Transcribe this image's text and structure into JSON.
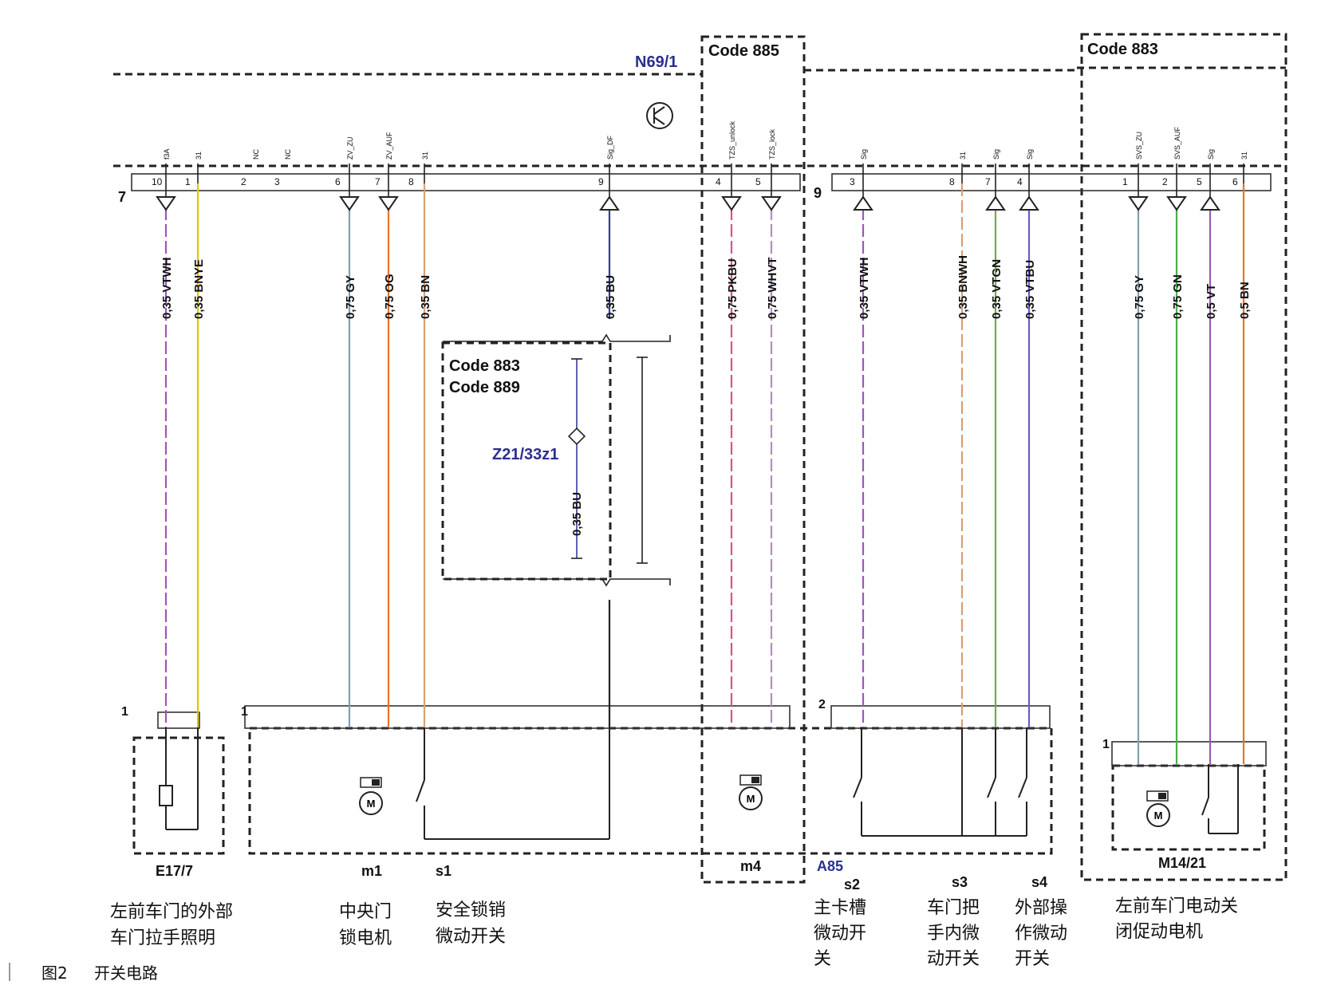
{
  "header": {
    "module": "N69/1",
    "code885": "Code 885",
    "code883_top": "Code 883"
  },
  "inset": {
    "code_a": "Code 883",
    "code_b": "Code 889",
    "splice": "Z21/33z1",
    "wire": "0,35 BU"
  },
  "connectors": {
    "left_num": "7",
    "right_num": "9",
    "c1": "1",
    "c1b": "1",
    "c2": "2",
    "c3": "1"
  },
  "top_pins": [
    {
      "num": "10",
      "sig": "f3A"
    },
    {
      "num": "1",
      "sig": "31"
    },
    {
      "num": "2",
      "sig": "NC"
    },
    {
      "num": "3",
      "sig": "NC"
    },
    {
      "num": "6",
      "sig": "ZV_ZU"
    },
    {
      "num": "7",
      "sig": "ZV_AUF"
    },
    {
      "num": "8",
      "sig": "31"
    },
    {
      "num": "9",
      "sig": "Sig_DF"
    },
    {
      "num": "4",
      "sig": "TZS_unlock"
    },
    {
      "num": "5",
      "sig": "TZS_lock"
    },
    {
      "num": "3",
      "sig": "Sig"
    },
    {
      "num": "8",
      "sig": "31"
    },
    {
      "num": "7",
      "sig": "Sig"
    },
    {
      "num": "4",
      "sig": "Sig"
    },
    {
      "num": "1",
      "sig": "SVS_ZU"
    },
    {
      "num": "2",
      "sig": "SVS_AUF"
    },
    {
      "num": "5",
      "sig": "Sig"
    },
    {
      "num": "6",
      "sig": "31"
    }
  ],
  "wires": [
    {
      "label": "0,35 VTWH",
      "color": "#9b59b6"
    },
    {
      "label": "0,35 BNYE",
      "color": "#e6c200"
    },
    {
      "label": "0,75 GY",
      "color": "#7fa0b0"
    },
    {
      "label": "0,75 OG",
      "color": "#e8742a"
    },
    {
      "label": "0,35 BN",
      "color": "#d9a070"
    },
    {
      "label": "0,35 BU",
      "color": "#3a3a9a"
    },
    {
      "label": "0,75 PKBU",
      "color": "#e0508a"
    },
    {
      "label": "0,75 WHVT",
      "color": "#b38ad0"
    },
    {
      "label": "0,35 VTWH",
      "color": "#9b59b6"
    },
    {
      "label": "0,35 BNWH",
      "color": "#d9a070"
    },
    {
      "label": "0,35 VTGN",
      "color": "#6ab04c"
    },
    {
      "label": "0,35 VTBU",
      "color": "#6a5acd"
    },
    {
      "label": "0,75 GY",
      "color": "#7fa0b0"
    },
    {
      "label": "0,75 GN",
      "color": "#4caf50"
    },
    {
      "label": "0,5 VT",
      "color": "#9b59b6"
    },
    {
      "label": "0,5 BN",
      "color": "#e8742a"
    }
  ],
  "components": {
    "e17": "E17/7",
    "m1": "m1",
    "s1": "s1",
    "m4": "m4",
    "a85": "A85",
    "s2": "s2",
    "s3": "s3",
    "s4": "s4",
    "m14": "M14/21"
  },
  "descriptions": {
    "e17_l1": "左前车门的外部",
    "e17_l2": "车门拉手照明",
    "m1_l1": "中央门",
    "m1_l2": "锁电机",
    "s1_l1": "安全锁销",
    "s1_l2": "微动开关",
    "s2_l1": "主卡槽",
    "s2_l2": "微动开",
    "s2_l3": "关",
    "s3_l1": "车门把",
    "s3_l2": "手内微",
    "s3_l3": "动开关",
    "s4_l1": "外部操",
    "s4_l2": "作微动",
    "s4_l3": "开关",
    "m14_l1": "左前车门电动关",
    "m14_l2": "闭促动电机"
  },
  "caption": {
    "fig": "图2",
    "title": "开关电路"
  }
}
